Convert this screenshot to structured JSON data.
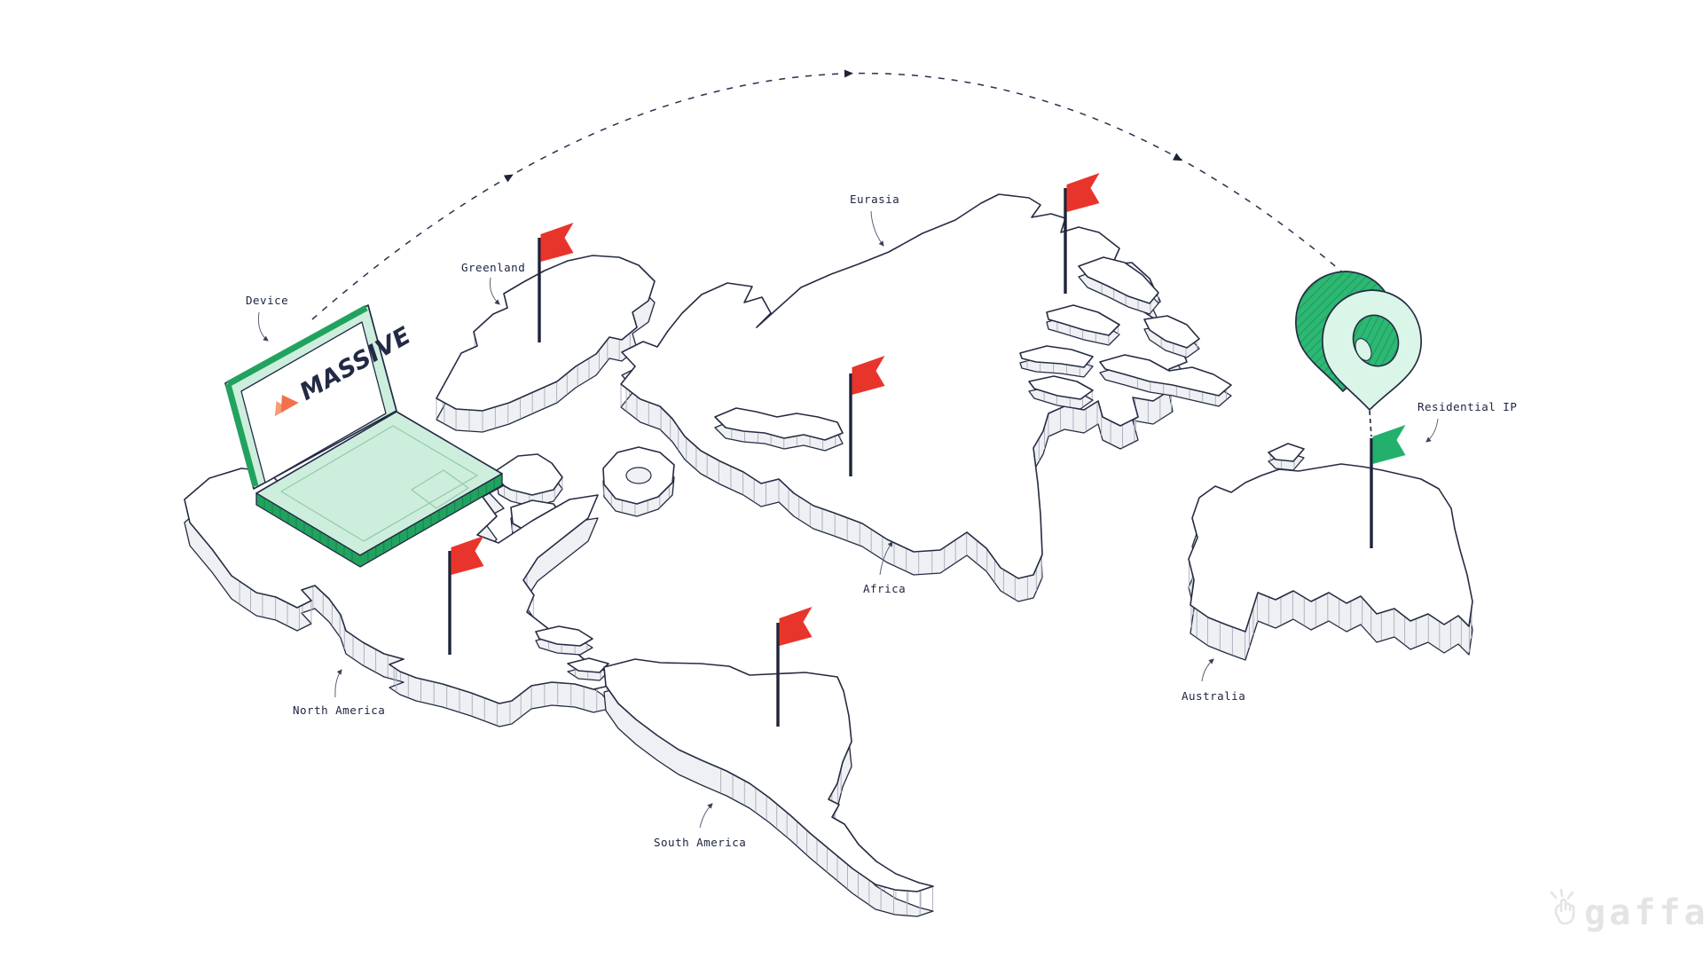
{
  "diagram": {
    "title_hidden": "",
    "labels": {
      "device": "Device",
      "greenland": "Greenland",
      "eurasia": "Eurasia",
      "africa": "Africa",
      "north_america": "North America",
      "south_america": "South America",
      "australia": "Australia",
      "residential_ip": "Residential IP"
    },
    "laptop": {
      "brand": "MASSIVE",
      "logo_icon": "mountain-icon",
      "logo_color": "#f3704c",
      "logo_color_light": "#f79b78",
      "text_color": "#232a45",
      "body_color": "#cdeedd",
      "rim_color": "#21a35f",
      "screen_color": "#ffffff"
    },
    "map": {
      "land_top_color": "#ffffff",
      "land_side_color": "#eef0f3",
      "outline_color": "#252b42"
    },
    "flags": {
      "red_color": "#e8352c",
      "green_color": "#22b06c",
      "red_count": 5,
      "green_count": 1
    },
    "pin": {
      "name": "location-ring-icon",
      "front_color": "#d9f6e8",
      "side_color": "#2db873"
    },
    "route": {
      "style": "dashed-arc",
      "from": "device",
      "to": "residential-ip",
      "color": "#2a3050"
    },
    "watermark": {
      "icon": "click-hand-icon",
      "text": "gaffa",
      "color": "#e4e4e4"
    }
  }
}
